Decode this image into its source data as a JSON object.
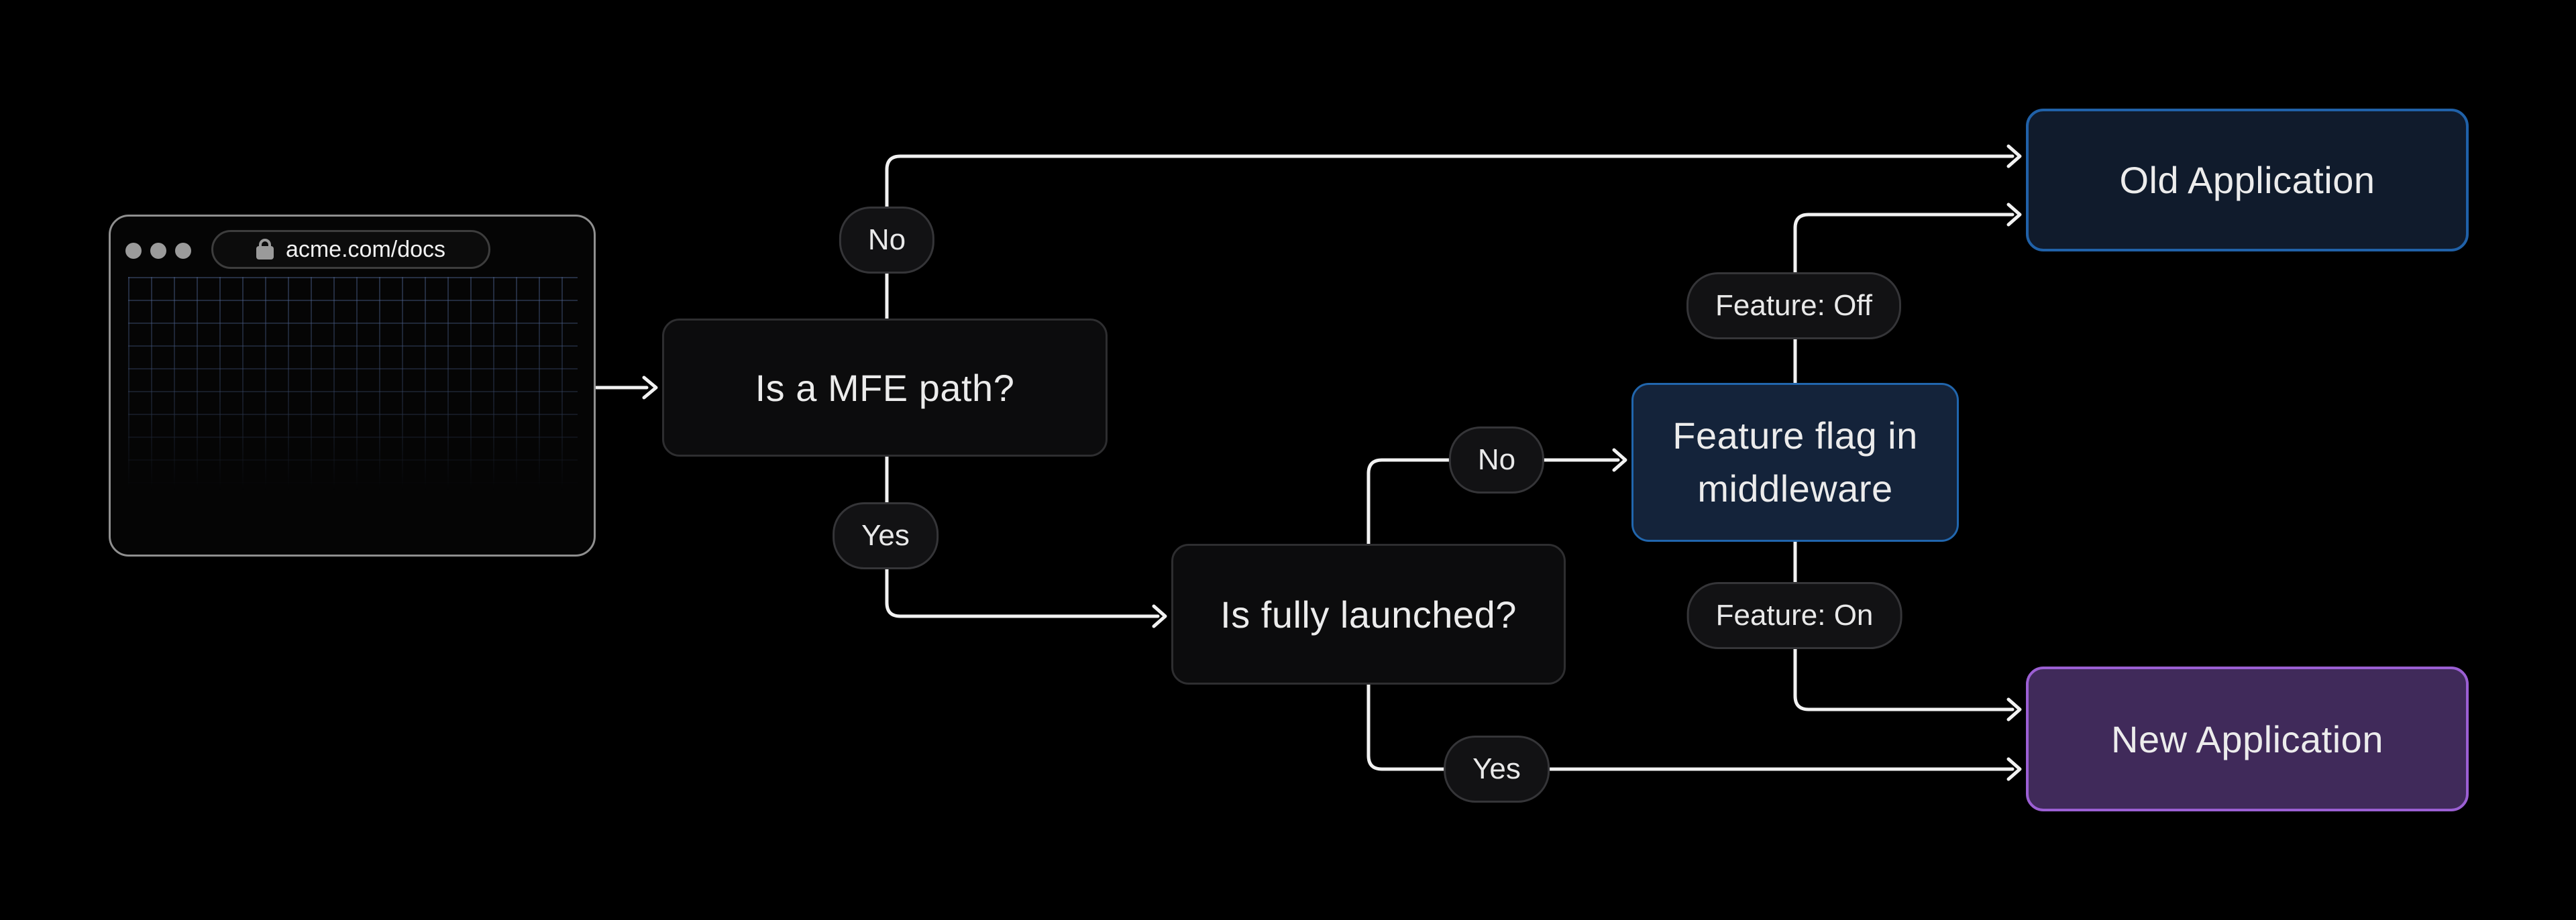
{
  "browser": {
    "url": "acme.com/docs",
    "lock_icon": "lock-icon",
    "window_controls": "three-gray-dots"
  },
  "nodes": {
    "mfe": {
      "label": "Is a MFE path?",
      "type": "decision"
    },
    "launched": {
      "label": "Is fully launched?",
      "type": "decision"
    },
    "flag": {
      "label": "Feature flag in middleware",
      "type": "process"
    },
    "old": {
      "label": "Old Application",
      "type": "terminal"
    },
    "new": {
      "label": "New Application",
      "type": "terminal"
    }
  },
  "edges": [
    {
      "from": "browser",
      "to": "is_a_mfe_path",
      "label": ""
    },
    {
      "from": "is_a_mfe_path",
      "to": "old_application",
      "label": "No"
    },
    {
      "from": "is_a_mfe_path",
      "to": "is_fully_launched",
      "label": "Yes"
    },
    {
      "from": "is_fully_launched",
      "to": "feature_flag_middleware",
      "label": "No"
    },
    {
      "from": "feature_flag_middleware",
      "to": "old_application",
      "label": "Feature: Off"
    },
    {
      "from": "feature_flag_middleware",
      "to": "new_application",
      "label": "Feature: On"
    },
    {
      "from": "is_fully_launched",
      "to": "new_application",
      "label": "Yes"
    }
  ],
  "colors": {
    "background": "#000000",
    "connector": "#f2f2f2",
    "neutral_node_fill": "#0c0c0d",
    "neutral_node_border": "#2e2e30",
    "blue_node_fill": "#14233a",
    "blue_node_border": "#2166ad",
    "old_app_fill": "#101b2c",
    "old_app_border": "#2061a8",
    "new_app_fill": "#402a5a",
    "new_app_border": "#9b5fd3",
    "pill_fill": "#121214",
    "pill_border": "#353538",
    "text": "#ececec",
    "browser_border": "#8f8f8f",
    "grid_line": "#566ea0"
  }
}
